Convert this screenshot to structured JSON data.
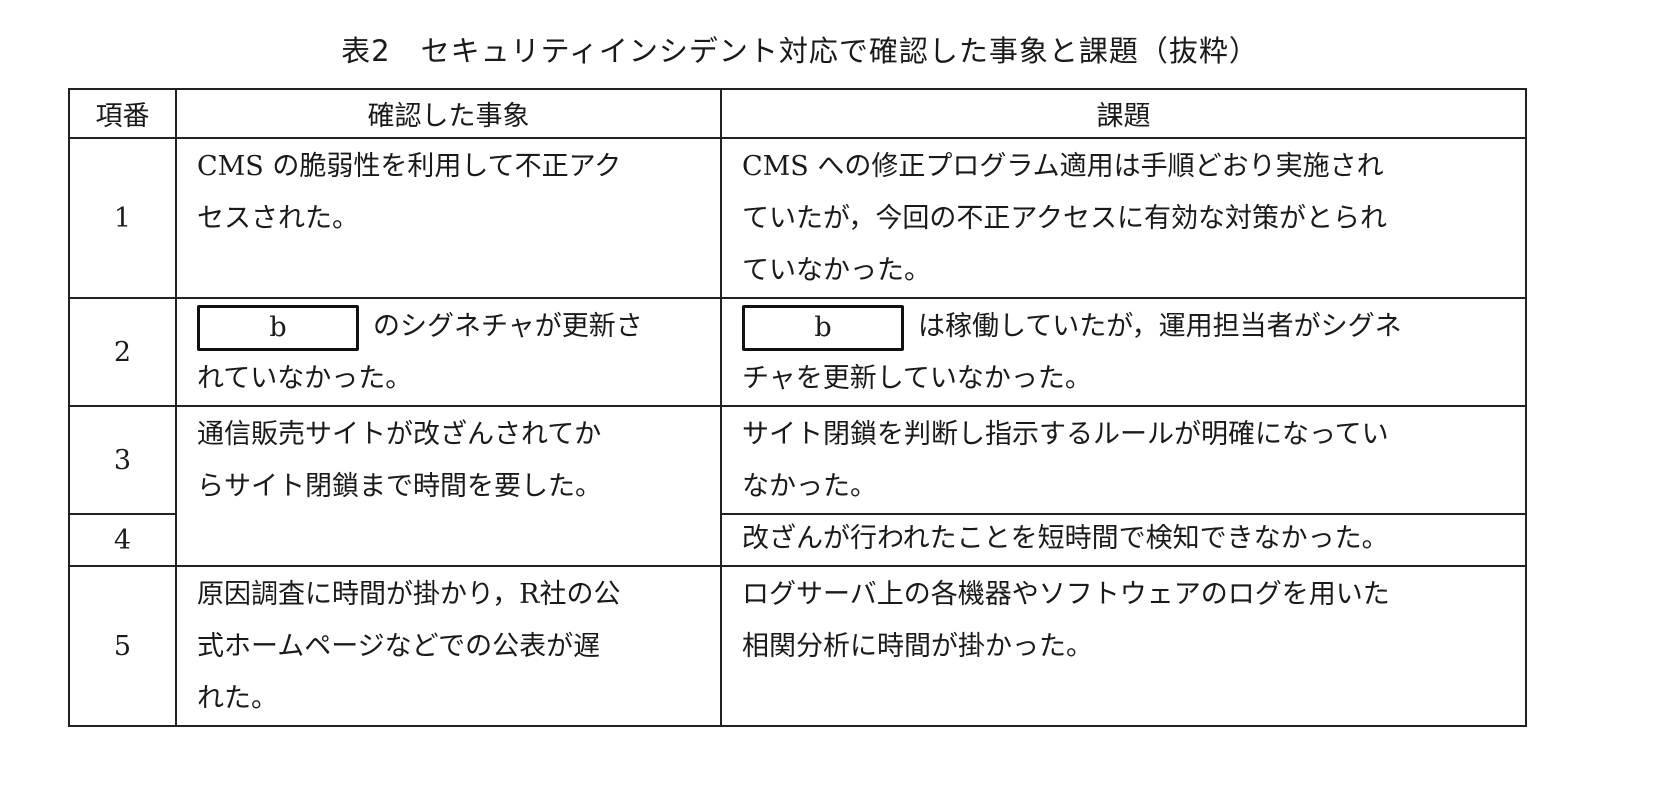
{
  "title": "表2　セキュリティインシデント対応で確認した事象と課題（抜粋）",
  "headers": {
    "no": "項番",
    "event": "確認した事象",
    "issue": "課題"
  },
  "blank_label": "b",
  "rows": [
    {
      "no": "1",
      "event": [
        "CMS の脆弱性を利用して不正アク",
        "セスされた。"
      ],
      "issue": [
        "CMS への修正プログラム適用は手順どおり実施され",
        "ていたが，今回の不正アクセスに有効な対策がとられ",
        "ていなかった。"
      ]
    },
    {
      "no": "2",
      "event_after_blank": "のシグネチャが更新さ",
      "event": [
        "れていなかった。"
      ],
      "issue_after_blank": "は稼働していたが，運用担当者がシグネ",
      "issue": [
        "チャを更新していなかった。"
      ]
    },
    {
      "no": "3",
      "event": [
        "通信販売サイトが改ざんされてか",
        "らサイト閉鎖まで時間を要した。"
      ],
      "issue": [
        "サイト閉鎖を判断し指示するルールが明確になってい",
        "なかった。"
      ]
    },
    {
      "no": "4",
      "issue": [
        "改ざんが行われたことを短時間で検知できなかった。"
      ]
    },
    {
      "no": "5",
      "event": [
        "原因調査に時間が掛かり，R社の公",
        "式ホームページなどでの公表が遅",
        "れた。"
      ],
      "issue": [
        "ログサーバ上の各機器やソフトウェアのログを用いた",
        "相関分析に時間が掛かった。"
      ]
    }
  ]
}
